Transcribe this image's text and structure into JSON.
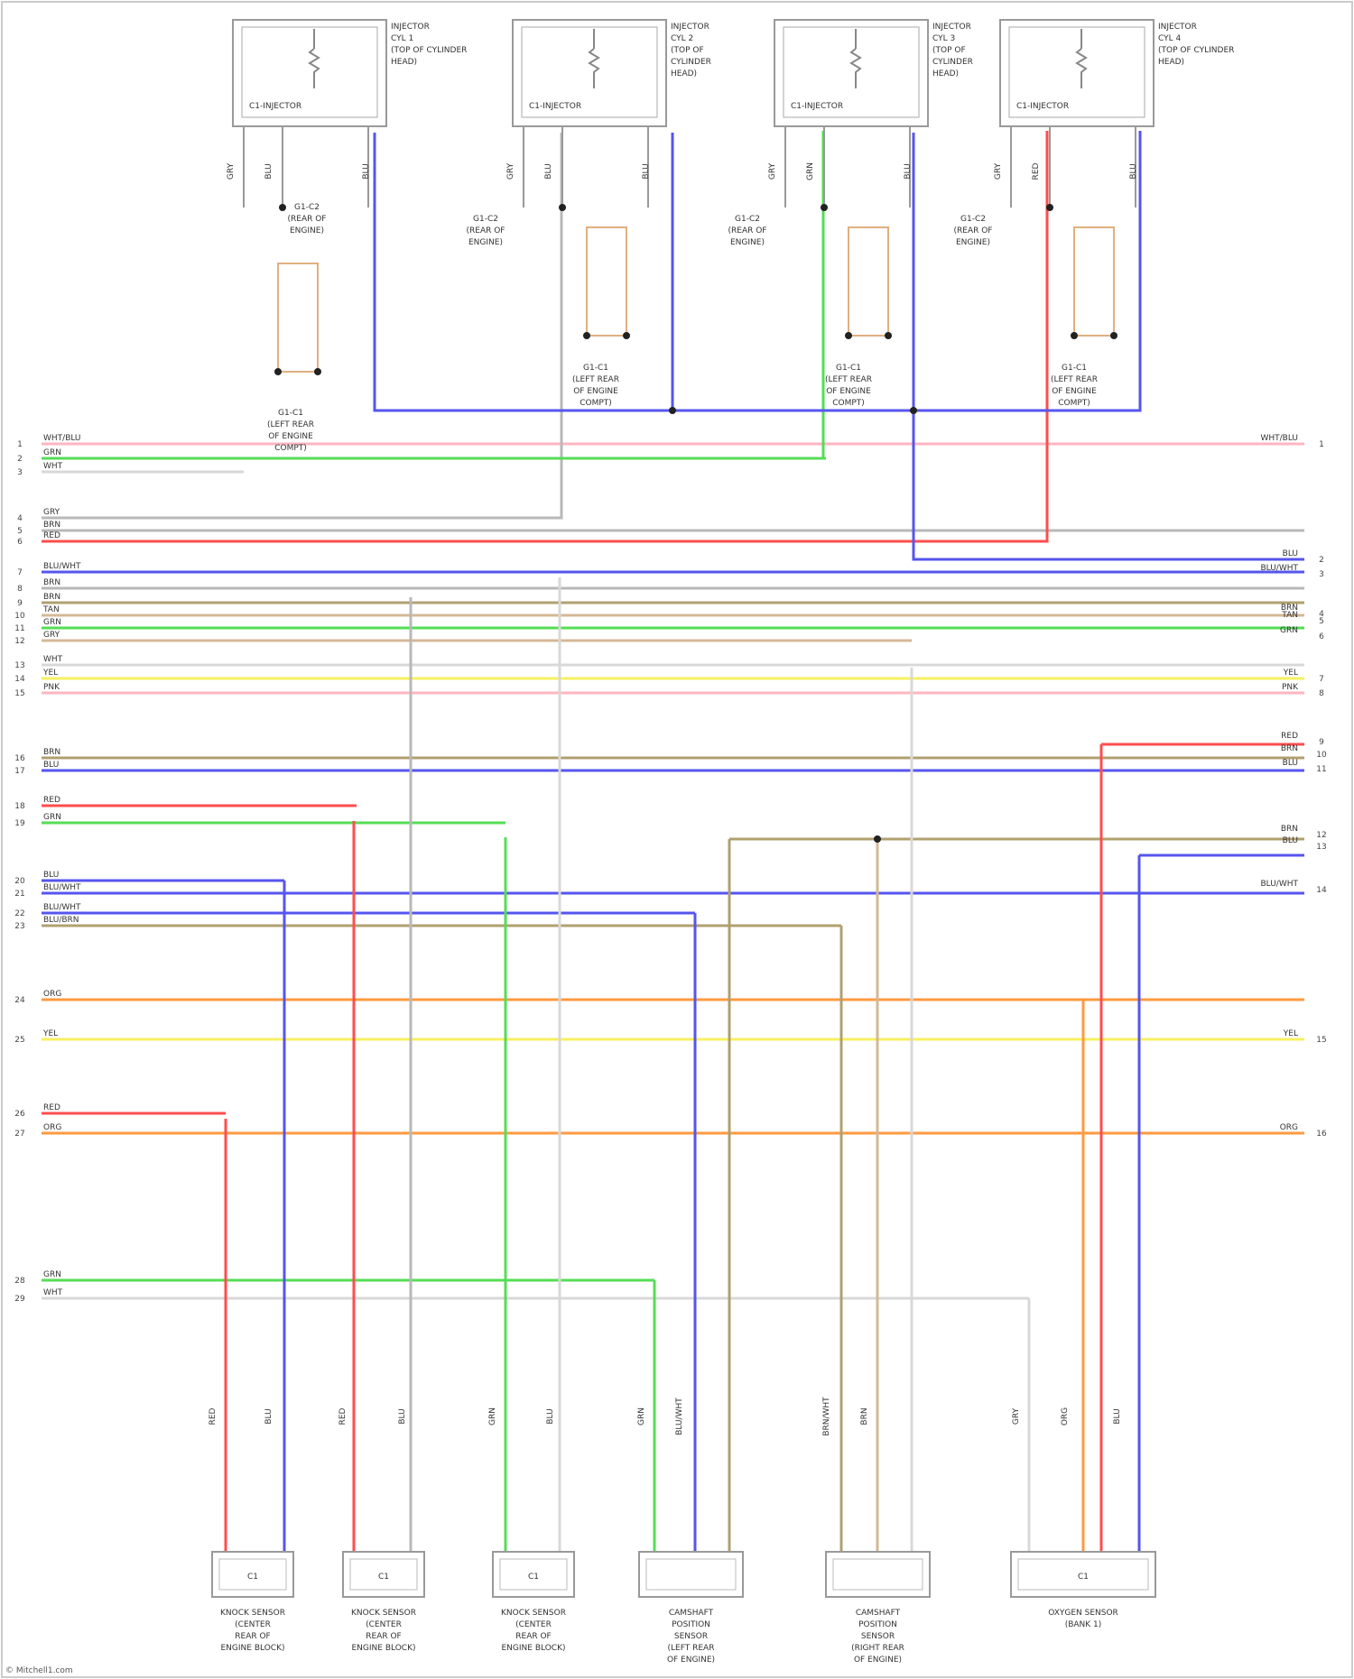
{
  "colors": {
    "RED": "#ff4d4d",
    "BLU": "#5555ee",
    "GRN": "#55dd55",
    "BRN": "#b0a070",
    "GRY": "#b8b8b8",
    "WHT": "#d8d8d8",
    "YEL": "#f7f060",
    "PNK": "#ffb6c1",
    "ORG": "#ff9a40",
    "TAN": "#d4b896",
    "BLK": "#333333",
    "VIO": "#8c6cd0"
  },
  "top_components": [
    {
      "label_lines": [
        "INJECTOR",
        "CYL 1",
        "(TOP OF CYLINDER",
        "HEAD)"
      ],
      "connector": "C1-INJECTOR"
    },
    {
      "label_lines": [
        "INJECTOR",
        "CYL 2",
        "(TOP OF",
        "CYLINDER",
        "HEAD)"
      ],
      "connector": "C1-INJECTOR"
    },
    {
      "label_lines": [
        "INJECTOR",
        "CYL 3",
        "(TOP OF",
        "CYLINDER",
        "HEAD)"
      ],
      "connector": "C1-INJECTOR"
    },
    {
      "label_lines": [
        "INJECTOR",
        "CYL 4",
        "(TOP OF CYLINDER",
        "HEAD)"
      ],
      "connector": "C1-INJECTOR"
    }
  ],
  "top_labels": [
    {
      "lines": [
        "G1-C2",
        "(REAR OF",
        "ENGINE)"
      ]
    },
    {
      "lines": [
        "G1-C2",
        "(REAR OF",
        "ENGINE)"
      ]
    },
    {
      "lines": [
        "G1-C2",
        "(REAR OF",
        "ENGINE)"
      ]
    },
    {
      "lines": [
        "G1-C2",
        "(REAR OF",
        "ENGINE)"
      ]
    },
    {
      "lines": [
        "G1-C1",
        "(LEFT REAR",
        "OF ENGINE",
        "COMPT)"
      ]
    },
    {
      "lines": [
        "G1-C1",
        "(LEFT REAR",
        "OF ENGINE",
        "COMPT)"
      ]
    },
    {
      "lines": [
        "G1-C1",
        "(LEFT REAR",
        "OF ENGINE",
        "COMPT)"
      ]
    },
    {
      "lines": [
        "G1-C1",
        "(LEFT REAR",
        "OF ENGINE",
        "COMPT)"
      ]
    }
  ],
  "stub_wire_labels": [
    "GRY",
    "BLU",
    "BLU",
    "GRY",
    "BLU",
    "BLU",
    "GRY",
    "GRN",
    "BLU",
    "GRY",
    "RED",
    "BLU"
  ],
  "left_wires": [
    {
      "pin": "1",
      "label": "WHT/BLU",
      "color": "PNK"
    },
    {
      "pin": "2",
      "label": "GRN",
      "color": "GRN"
    },
    {
      "pin": "3",
      "label": "WHT",
      "color": "WHT"
    },
    {
      "pin": "4",
      "label": "GRY",
      "color": "GRY"
    },
    {
      "pin": "5",
      "label": "BRN",
      "color": "GRY"
    },
    {
      "pin": "6",
      "label": "RED",
      "color": "RED"
    },
    {
      "pin": "7",
      "label": "BLU/WHT",
      "color": "BLU"
    },
    {
      "pin": "8",
      "label": "BRN",
      "color": "GRY"
    },
    {
      "pin": "9",
      "label": "BRN",
      "color": "BRN"
    },
    {
      "pin": "10",
      "label": "TAN",
      "color": "TAN"
    },
    {
      "pin": "11",
      "label": "GRN",
      "color": "GRN"
    },
    {
      "pin": "12",
      "label": "GRY",
      "color": "TAN"
    },
    {
      "pin": "13",
      "label": "WHT",
      "color": "WHT"
    },
    {
      "pin": "14",
      "label": "YEL",
      "color": "YEL"
    },
    {
      "pin": "15",
      "label": "PNK",
      "color": "PNK"
    },
    {
      "pin": "16",
      "label": "BRN",
      "color": "BRN"
    },
    {
      "pin": "17",
      "label": "BLU",
      "color": "BLU"
    },
    {
      "pin": "18",
      "label": "RED",
      "color": "RED"
    },
    {
      "pin": "19",
      "label": "GRN",
      "color": "GRN"
    },
    {
      "pin": "20",
      "label": "BLU",
      "color": "BLU"
    },
    {
      "pin": "21",
      "label": "BLU/WHT",
      "color": "BLU"
    },
    {
      "pin": "22",
      "label": "BLU/WHT",
      "color": "BLU"
    },
    {
      "pin": "23",
      "label": "BLU/BRN",
      "color": "BRN"
    },
    {
      "pin": "24",
      "label": "ORG",
      "color": "ORG"
    },
    {
      "pin": "25",
      "label": "YEL",
      "color": "YEL"
    },
    {
      "pin": "26",
      "label": "RED",
      "color": "RED"
    },
    {
      "pin": "27",
      "label": "ORG",
      "color": "ORG"
    },
    {
      "pin": "28",
      "label": "GRN",
      "color": "GRN"
    },
    {
      "pin": "29",
      "label": "WHT",
      "color": "WHT"
    }
  ],
  "right_wires": [
    {
      "pin": "1",
      "label": "WHT/BLU"
    },
    {
      "pin": "2",
      "label": "BLU"
    },
    {
      "pin": "3",
      "label": "BLU/WHT"
    },
    {
      "pin": "4",
      "label": "BRN"
    },
    {
      "pin": "5",
      "label": "TAN"
    },
    {
      "pin": "6",
      "label": "GRN"
    },
    {
      "pin": "7",
      "label": "YEL"
    },
    {
      "pin": "8",
      "label": "PNK"
    },
    {
      "pin": "9",
      "label": "RED"
    },
    {
      "pin": "10",
      "label": "BRN"
    },
    {
      "pin": "11",
      "label": "BLU"
    },
    {
      "pin": "12",
      "label": "BRN"
    },
    {
      "pin": "13",
      "label": "BLU"
    },
    {
      "pin": "14",
      "label": "BLU/WHT"
    },
    {
      "pin": "15",
      "label": "YEL"
    },
    {
      "pin": "16",
      "label": "ORG"
    }
  ],
  "bottom_components": [
    {
      "lines": [
        "KNOCK SENSOR",
        "(CENTER",
        "REAR OF",
        "ENGINE BLOCK)"
      ]
    },
    {
      "lines": [
        "KNOCK SENSOR",
        "(CENTER",
        "REAR OF",
        "ENGINE BLOCK)"
      ]
    },
    {
      "lines": [
        "KNOCK SENSOR",
        "(CENTER",
        "REAR OF",
        "ENGINE BLOCK)"
      ]
    },
    {
      "lines": [
        "CAMSHAFT",
        "POSITION",
        "SENSOR",
        "(LEFT REAR",
        "OF ENGINE)"
      ]
    },
    {
      "lines": [
        "CAMSHAFT",
        "POSITION",
        "SENSOR",
        "(RIGHT REAR",
        "OF ENGINE)"
      ]
    },
    {
      "lines": [
        "OXYGEN SENSOR",
        "(BANK 1)"
      ]
    }
  ],
  "bottom_connector_labels": [
    "C1",
    "C1",
    "C1",
    "",
    "",
    "C1"
  ],
  "bottom_pin_labels": [
    "RED",
    "BLU",
    "RED",
    "BLU",
    "GRN",
    "BLU",
    "GRN",
    "BLU/WHT",
    "BRN/WHT",
    "BRN",
    "GRY",
    "ORG",
    "BLU"
  ],
  "watermark": "© Mitchell1.com"
}
